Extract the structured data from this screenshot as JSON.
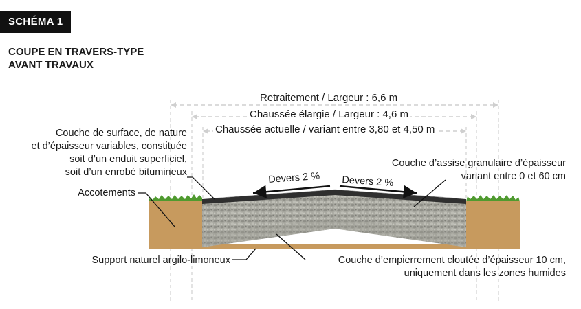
{
  "schema": {
    "badge": "SCHÉMA 1",
    "title_line1": "COUPE EN TRAVERS-TYPE",
    "title_line2": "AVANT TRAVAUX"
  },
  "dimensions": {
    "retraitement": "Retraitement / Largeur : 6,6 m",
    "chaussee_elargie": "Chaussée élargie / Largeur : 4,6 m",
    "chaussee_actuelle": "Chaussée actuelle / variant entre 3,80 et 4,50 m"
  },
  "devers": {
    "left": "Devers 2 %",
    "right": "Devers 2 %"
  },
  "labels": {
    "surface_1": "Couche de surface, de nature",
    "surface_2": "et d’épaisseur variables, constituée",
    "surface_3": "soit d’un enduit superficiel,",
    "surface_4": "soit d’un enrobé bitumineux",
    "accotements": "Accotements",
    "assise_1": "Couche d’assise granulaire d’épaisseur",
    "assise_2": "variant entre 0 et 60 cm",
    "support": "Support naturel argilo-limoneux",
    "empierrement_1": "Couche d’empierrement cloutée d’épaisseur 10 cm,",
    "empierrement_2": "uniquement dans les zones humides"
  },
  "colors": {
    "soil": "#c79a5e",
    "gravel": "#a8a8a0",
    "asphalt": "#2f2f2f",
    "grass": "#4f9a2f",
    "dim_line": "#cfcfcf"
  }
}
